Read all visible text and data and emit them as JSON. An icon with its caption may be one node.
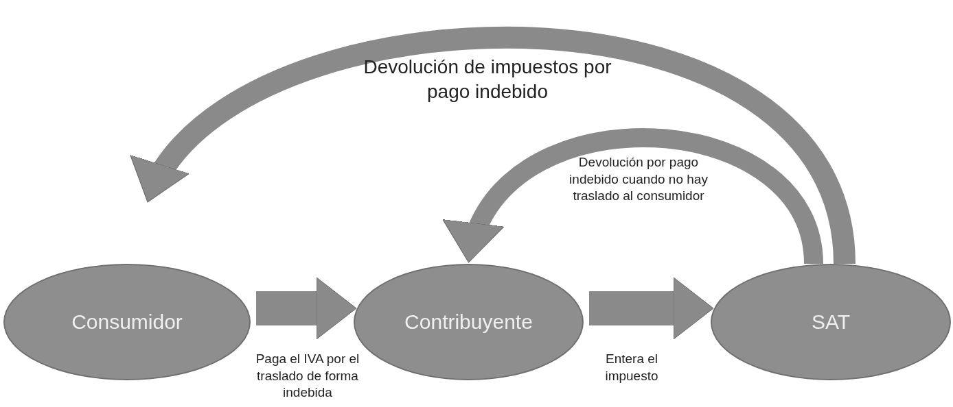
{
  "diagram": {
    "nodes": [
      {
        "text": [
          "Consumidor"
        ]
      },
      {
        "text": [
          "Contribuyente"
        ]
      },
      {
        "text": [
          "SAT"
        ]
      }
    ],
    "edges": [
      {
        "from": 0,
        "to": 1,
        "arrow": "to",
        "label": "Paga el IVA por el traslado de forma indebida"
      },
      {
        "from": 1,
        "to": 2,
        "arrow": "to",
        "label": "Entera el impuesto"
      },
      {
        "from": 2,
        "to": 0,
        "arrow": "to",
        "label": "Devolución de impuestos por pago indebido"
      },
      {
        "from": 2,
        "to": 1,
        "arrow": "to",
        "label": "Devolución por pago indebido cuando no hay traslado al consumidor"
      }
    ]
  }
}
